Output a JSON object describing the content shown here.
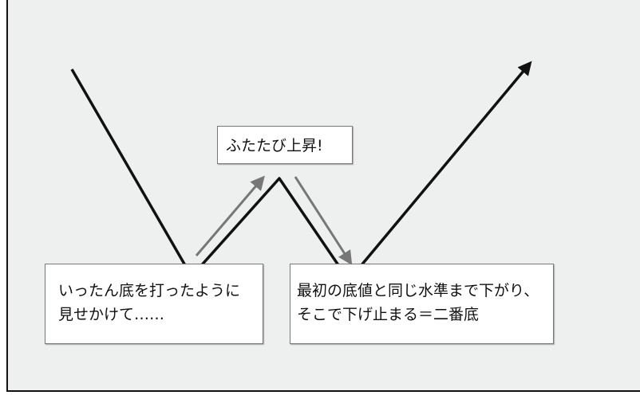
{
  "labels": {
    "rise_again": "ふたたび上昇!",
    "first_bottom": [
      "いったん底を打ったように",
      "見せかけて……"
    ],
    "second_bottom": [
      "最初の底値と同じ水準まで下がり、",
      "そこで下げ止まる＝二番底"
    ]
  },
  "colors": {
    "line": "#111111",
    "arrow": "#777777",
    "background": "#eef0ef"
  }
}
